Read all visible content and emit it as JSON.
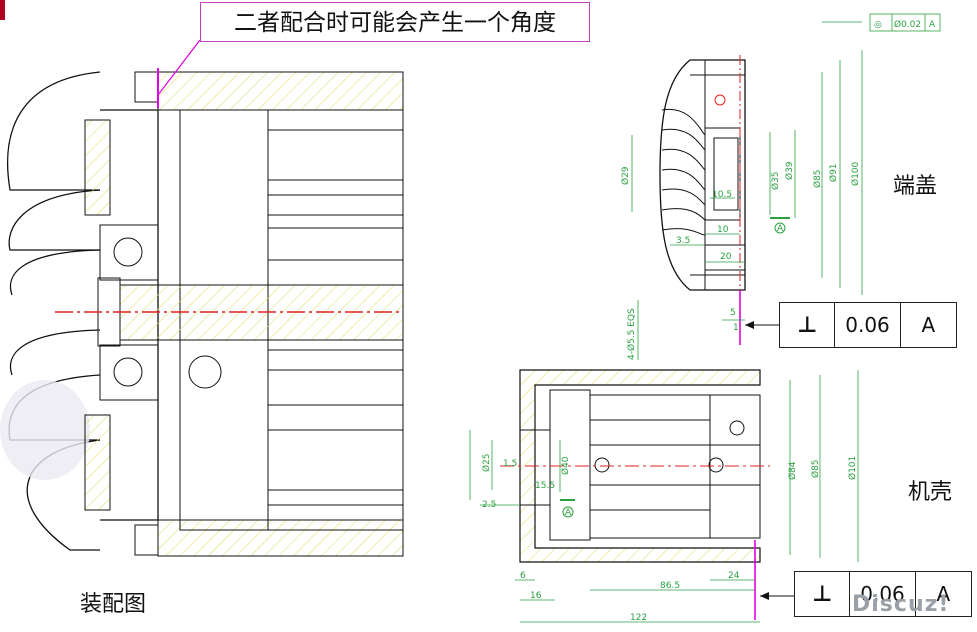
{
  "callout": {
    "text": "二者配合时可能会产生一个角度"
  },
  "labels": {
    "assembly": "装配图",
    "end_cap": "端盖",
    "housing": "机壳"
  },
  "gdt_end_cap": {
    "symbol": "⊥",
    "tolerance": "0.06",
    "datum": "A"
  },
  "gdt_housing": {
    "symbol": "⊥",
    "tolerance": "0.06",
    "datum": "A"
  },
  "concentricity_frame": {
    "symbol": "◎",
    "tolerance": "Ø0.02",
    "datum": "A"
  },
  "end_cap_dims": {
    "d29": "Ø29",
    "d35": "Ø35",
    "d39": "Ø39",
    "d85": "Ø85",
    "d91": "Ø91",
    "d100": "Ø100",
    "w10_5": "10.5",
    "w10": "10",
    "w20": "20",
    "w3_5": "3.5",
    "w5": "5",
    "w1": "1",
    "holes": "4-Ø5.5 EQS",
    "datum": "A"
  },
  "housing_dims": {
    "d25": "Ø25",
    "d40": "Ø40",
    "d84": "Ø84",
    "d85": "Ø85",
    "d101": "Ø101",
    "w1_5": "1.5",
    "w15_5": "15.5",
    "w2_5": "2.5",
    "w6": "6",
    "w16": "16",
    "w86_5": "86.5",
    "w24": "24",
    "w122": "122",
    "datum": "A"
  },
  "watermark": "Discuz!",
  "colors": {
    "outline": "#111111",
    "hatch": "#e0e060",
    "centerline": "#e02020",
    "dimension": "#2aa040",
    "callout_border": "#c040c0",
    "leader": "#e000e0"
  }
}
